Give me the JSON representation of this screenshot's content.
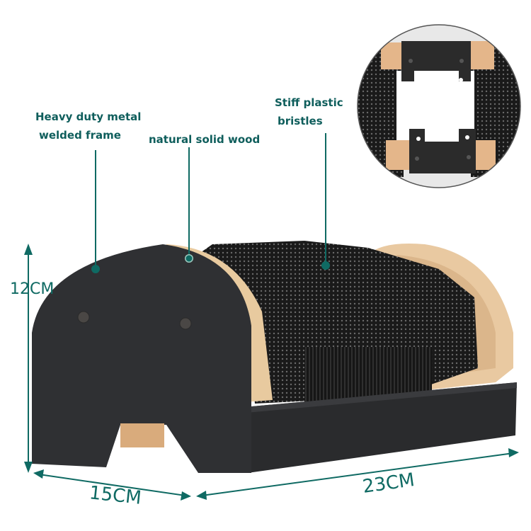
{
  "colors": {
    "accent": "#0f6a63",
    "label_text": "#0f5e5c",
    "frame": "#2e2f31",
    "wood": "#e8c9a0",
    "bristle": "#1c1c1c"
  },
  "annotations": [
    {
      "id": "frame",
      "line1": "Heavy duty metal",
      "line2": "welded frame"
    },
    {
      "id": "wood",
      "line1": "natural solid wood"
    },
    {
      "id": "bristles",
      "line1": "Stiff plastic",
      "line2": "bristles"
    }
  ],
  "dimensions": {
    "height": "12CM",
    "depth": "15CM",
    "width": "23CM"
  },
  "inset": {
    "description": "bottom view of frame with mounting brackets"
  }
}
